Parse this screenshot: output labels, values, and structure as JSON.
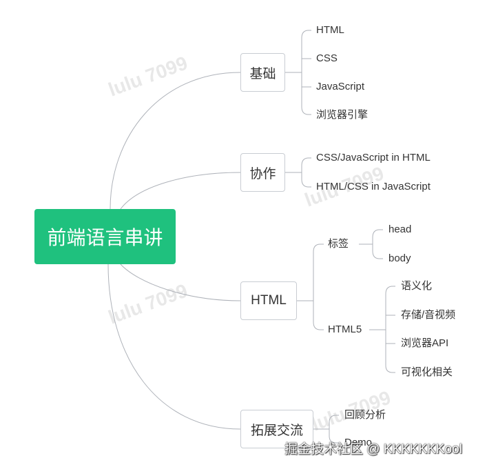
{
  "root": {
    "label": "前端语言串讲"
  },
  "branches": {
    "basics": {
      "label": "基础",
      "items": [
        "HTML",
        "CSS",
        "JavaScript",
        "浏览器引擎"
      ]
    },
    "collab": {
      "label": "协作",
      "items": [
        "CSS/JavaScript in HTML",
        "HTML/CSS in JavaScript"
      ]
    },
    "html": {
      "label": "HTML",
      "tags": {
        "label": "标签",
        "items": [
          "head",
          "body"
        ]
      },
      "html5": {
        "label": "HTML5",
        "items": [
          "语义化",
          "存储/音视频",
          "浏览器API",
          "可视化相关"
        ]
      }
    },
    "expand": {
      "label": "拓展交流",
      "items": [
        "回顾分析",
        "Demo"
      ]
    }
  },
  "watermarks": [
    "lulu 7099",
    "lulu 7099",
    "lulu 7099",
    "lulu 7099"
  ],
  "footer": {
    "text": "掘金技术社区 @ KKKKKKKool"
  },
  "colors": {
    "root_bg": "#1fc17e",
    "edge": "#aeb2b9",
    "node_border": "#c8ccd2",
    "watermark": "#e8e8e8"
  }
}
